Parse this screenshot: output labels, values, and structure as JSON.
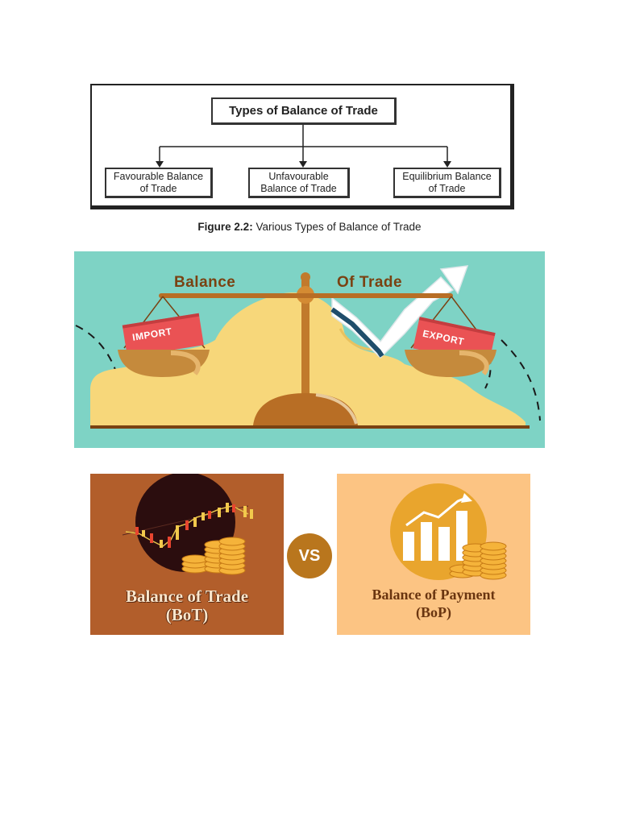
{
  "diagram": {
    "root": "Types of Balance of Trade",
    "children": [
      "Favourable Balance of Trade",
      "Unfavourable Balance of Trade",
      "Equilibrium Balance of Trade"
    ]
  },
  "caption": {
    "label": "Figure 2.2:",
    "text": " Various Types of Balance of Trade"
  },
  "scale_illustration": {
    "word_left": "Balance",
    "word_right": "Of Trade",
    "tag_left": "IMPORT",
    "tag_right": "EXPORT",
    "colors": {
      "background": "#7ed3c5",
      "blob": "#f7d77a",
      "wood": "#c17a2c",
      "tag": "#ea5254"
    }
  },
  "comparison": {
    "left": {
      "title": "Balance of Trade",
      "abbr": "(BoT)",
      "color": "#b25e2b"
    },
    "vs": "VS",
    "right": {
      "title": "Balance of Payment",
      "abbr": "(BoP)",
      "color": "#fcc483"
    }
  }
}
